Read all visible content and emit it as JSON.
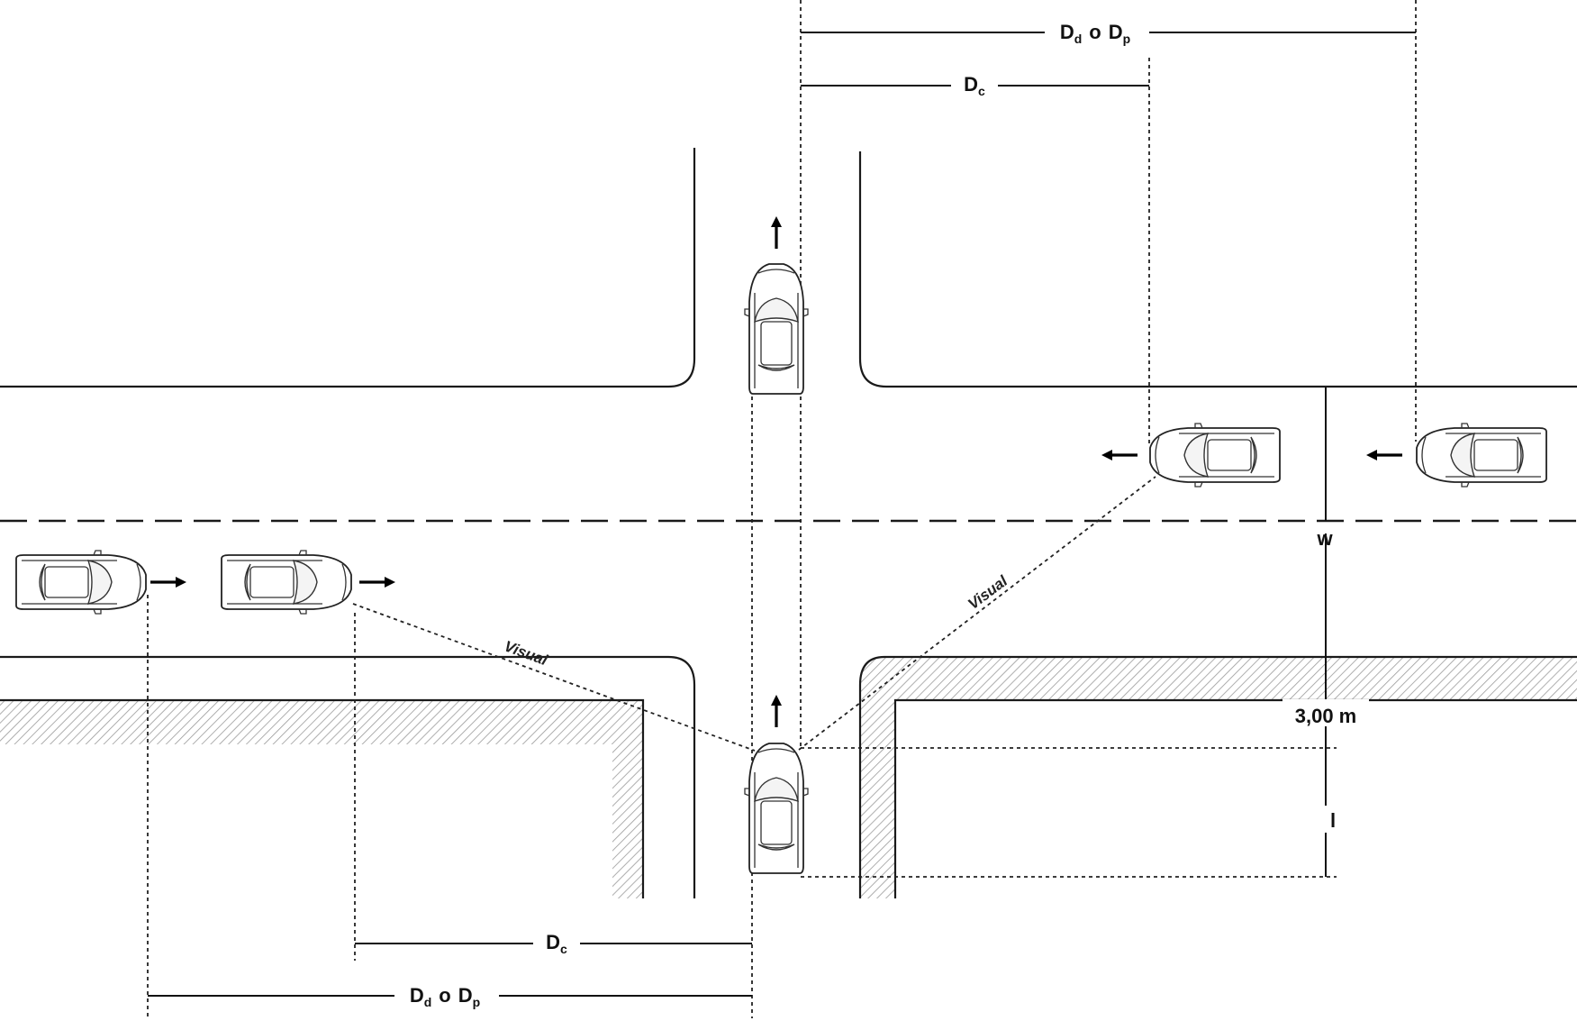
{
  "labels": {
    "dd_dp_top": "Dd o Dp",
    "dc_top": "Dc",
    "dc_bottom": "Dc",
    "dd_dp_bottom": "Dd o Dp",
    "visual_left": "Visual",
    "visual_right": "Visual",
    "w": "w",
    "three_m": "3,00 m",
    "l": "l"
  },
  "label_parts": {
    "D": "D",
    "o": "o",
    "sub_d": "d",
    "sub_p": "p",
    "sub_c": "c"
  },
  "colors": {
    "line": "#1a1a1a",
    "hatch": "#9a9a9a",
    "background": "#ffffff"
  },
  "arrows": [
    {
      "direction": "up"
    },
    {
      "direction": "up"
    },
    {
      "direction": "right"
    },
    {
      "direction": "right"
    },
    {
      "direction": "left"
    },
    {
      "direction": "left"
    }
  ]
}
